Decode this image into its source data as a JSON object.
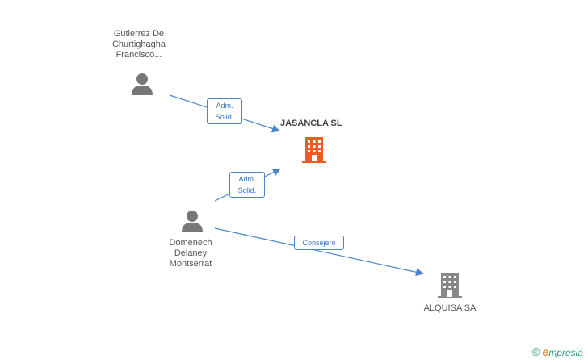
{
  "persons": [
    {
      "id": "gutierrez",
      "lines": [
        "Gutierrez De",
        "Churtighagha",
        "Francisco..."
      ]
    },
    {
      "id": "domenech",
      "lines": [
        "Domenech",
        "Delaney",
        "Montserrat"
      ]
    }
  ],
  "companies": [
    {
      "id": "jasancla",
      "name": "JASANCLA SL",
      "color": "#f05a28"
    },
    {
      "id": "alquisa",
      "name": "ALQUISA SA",
      "color": "#888888"
    }
  ],
  "edges": [
    {
      "from": "gutierrez",
      "to": "jasancla",
      "label": [
        "Adm.",
        "Solid."
      ]
    },
    {
      "from": "domenech",
      "to": "jasancla",
      "label": [
        "Adm.",
        "Solid."
      ]
    },
    {
      "from": "domenech",
      "to": "alquisa",
      "label": [
        "Consejero"
      ]
    }
  ],
  "colors": {
    "edge": "#4a86c8",
    "person_icon": "#777777"
  },
  "brand": {
    "copyright": "©",
    "name": "mpresia",
    "initial": "e"
  }
}
